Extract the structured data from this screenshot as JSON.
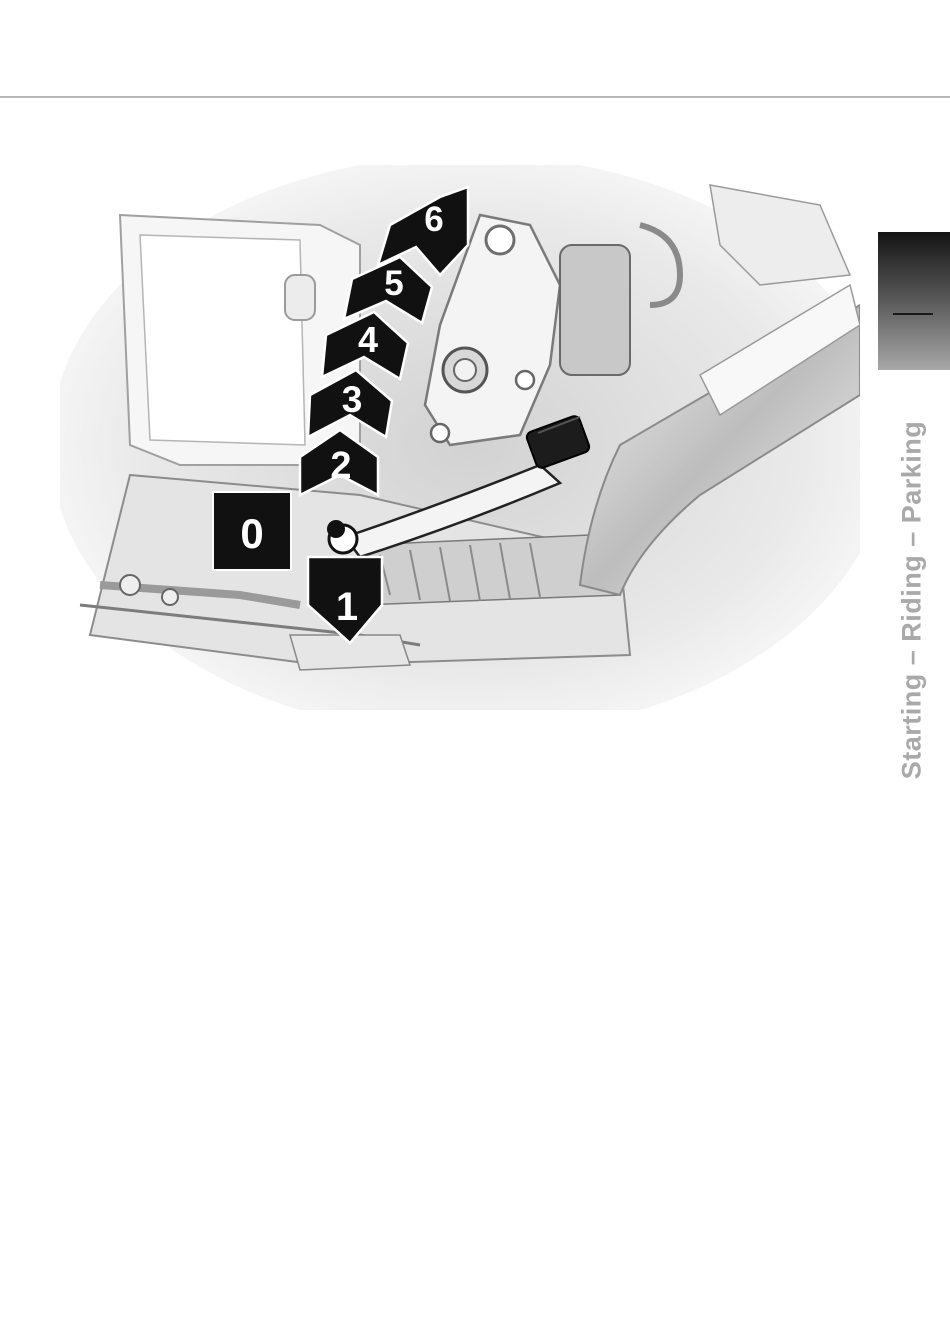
{
  "section": {
    "label": "Starting – Riding – Parking"
  },
  "figure": {
    "gears": [
      "0",
      "1",
      "2",
      "3",
      "4",
      "5",
      "6"
    ]
  },
  "colors": {
    "tab_dark": "#141414",
    "label_grey": "#a9a9a9",
    "rule": "#b8b8b8",
    "arrow_fill": "#111111"
  }
}
